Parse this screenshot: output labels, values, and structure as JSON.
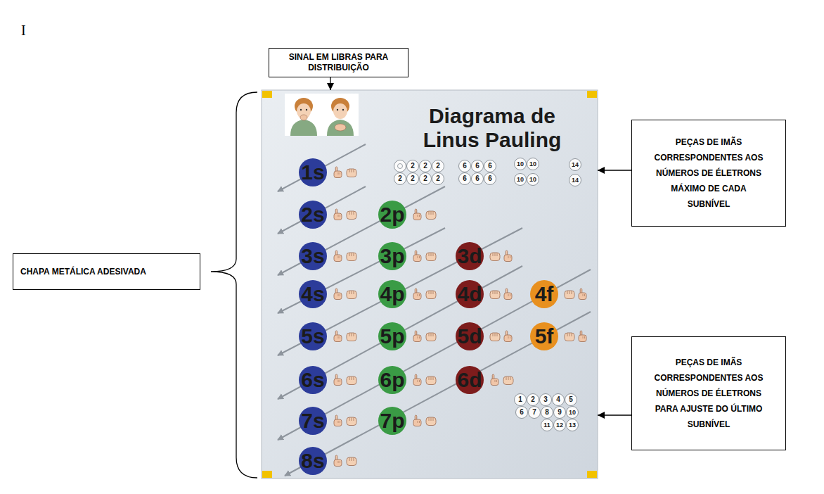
{
  "diagram": {
    "nodes": [
      {
        "text": [
          "SINAL EM LIBRAS PARA DISTRIBUIÇÃO"
        ]
      },
      {
        "text": [
          "PEÇAS DE IMÃS CORRESPONDENTES AOS NÚMEROS DE ÉLETRONS MÁXIMO DE CADA SUBNÍVEL"
        ]
      },
      {
        "text": [
          "CHAPA METÁLICA ADESIVADA"
        ]
      },
      {
        "text": [
          "PEÇAS DE IMÃS CORRESPONDENTES AOS NÚMEROS DE ÉLETRONS PARA AJUSTE DO ÚLTIMO SUBNÍVEL"
        ]
      },
      {
        "text": [
          "Diagrama de Linus Pauling"
        ]
      },
      {
        "text": [
          "2"
        ],
        "in": 4
      },
      {
        "text": [
          "2"
        ],
        "in": 4
      },
      {
        "text": [
          "2"
        ],
        "in": 4
      },
      {
        "text": [
          "2"
        ],
        "in": 4
      },
      {
        "text": [
          "2"
        ],
        "in": 4
      },
      {
        "text": [
          "2"
        ],
        "in": 4
      },
      {
        "text": [
          "2"
        ],
        "in": 4
      },
      {
        "text": [
          "6"
        ],
        "in": 4
      },
      {
        "text": [
          "6"
        ],
        "in": 4
      },
      {
        "text": [
          "6"
        ],
        "in": 4
      },
      {
        "text": [
          "6"
        ],
        "in": 4
      },
      {
        "text": [
          "6"
        ],
        "in": 4
      },
      {
        "text": [
          "6"
        ],
        "in": 4
      },
      {
        "text": [
          "10"
        ],
        "in": 4
      },
      {
        "text": [
          "10"
        ],
        "in": 4
      },
      {
        "text": [
          "10"
        ],
        "in": 4
      },
      {
        "text": [
          "10"
        ],
        "in": 4
      },
      {
        "text": [
          "14"
        ],
        "in": 4
      },
      {
        "text": [
          "14"
        ],
        "in": 4
      },
      {
        "text": [
          "1s"
        ],
        "in": 4
      },
      {
        "text": [
          "2s"
        ],
        "in": 4
      },
      {
        "text": [
          "2p"
        ],
        "in": 4
      },
      {
        "text": [
          "3s"
        ],
        "in": 4
      },
      {
        "text": [
          "3p"
        ],
        "in": 4
      },
      {
        "text": [
          "3d"
        ],
        "in": 4
      },
      {
        "text": [
          "4s"
        ],
        "in": 4
      },
      {
        "text": [
          "4p"
        ],
        "in": 4
      },
      {
        "text": [
          "4d"
        ],
        "in": 4
      },
      {
        "text": [
          "4f"
        ],
        "in": 4
      },
      {
        "text": [
          "5s"
        ],
        "in": 4
      },
      {
        "text": [
          "5p"
        ],
        "in": 4
      },
      {
        "text": [
          "5d"
        ],
        "in": 4
      },
      {
        "text": [
          "5f"
        ],
        "in": 4
      },
      {
        "text": [
          "6s"
        ],
        "in": 4
      },
      {
        "text": [
          "6p"
        ],
        "in": 4
      },
      {
        "text": [
          "6d"
        ],
        "in": 4
      },
      {
        "text": [
          "7s"
        ],
        "in": 4
      },
      {
        "text": [
          "7p"
        ],
        "in": 4
      },
      {
        "text": [
          "8s"
        ],
        "in": 4
      },
      {
        "text": [
          "1"
        ],
        "in": 4
      },
      {
        "text": [
          "2"
        ],
        "in": 4
      },
      {
        "text": [
          "3"
        ],
        "in": 4
      },
      {
        "text": [
          "4"
        ],
        "in": 4
      },
      {
        "text": [
          "5"
        ],
        "in": 4
      },
      {
        "text": [
          "6"
        ],
        "in": 4
      },
      {
        "text": [
          "7"
        ],
        "in": 4
      },
      {
        "text": [
          "8"
        ],
        "in": 4
      },
      {
        "text": [
          "9"
        ],
        "in": 4
      },
      {
        "text": [
          "10"
        ],
        "in": 4
      },
      {
        "text": [
          "11"
        ],
        "in": 4
      },
      {
        "text": [
          "12"
        ],
        "in": 4
      },
      {
        "text": [
          "13"
        ],
        "in": 4
      }
    ],
    "edges": [
      {
        "from": 0,
        "to": 4,
        "arrow": "to"
      },
      {
        "from": 1,
        "to": 4,
        "arrow": "to"
      },
      {
        "from": 3,
        "to": 4,
        "arrow": "to"
      }
    ],
    "labels": [
      "I"
    ]
  }
}
